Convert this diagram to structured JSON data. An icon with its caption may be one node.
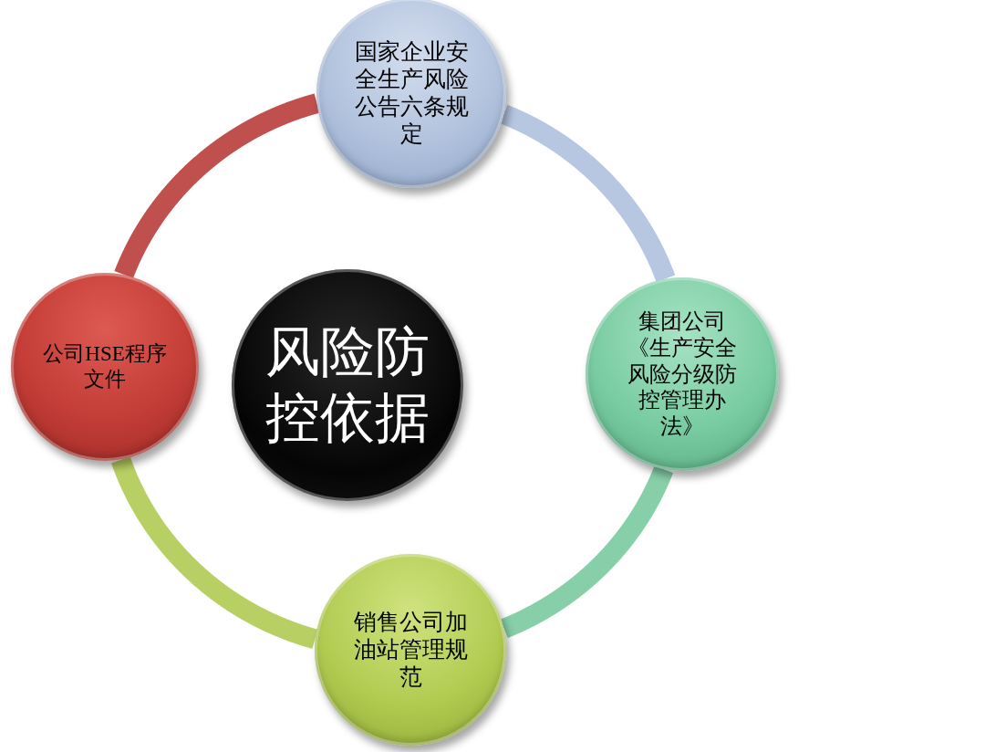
{
  "diagram": {
    "nodes": [
      {
        "text": [
          "国家企业安全生产风险公告六条规定"
        ]
      },
      {
        "text": [
          "公司HSE程序文件"
        ]
      },
      {
        "text": [
          "风险防控依据"
        ]
      },
      {
        "text": [
          "集团公司《生产安全风险分级防控管理办法》"
        ]
      },
      {
        "text": [
          "销售公司加油站管理规范"
        ]
      }
    ],
    "edges": [
      {
        "from": 1,
        "to": 0,
        "arrow": "none",
        "color": "#c0504d"
      },
      {
        "from": 0,
        "to": 3,
        "arrow": "none",
        "color": "#b7c7e2"
      },
      {
        "from": 3,
        "to": 4,
        "arrow": "none",
        "color": "#86cfa8"
      },
      {
        "from": 4,
        "to": 1,
        "arrow": "none",
        "color": "#b8d063"
      }
    ]
  }
}
